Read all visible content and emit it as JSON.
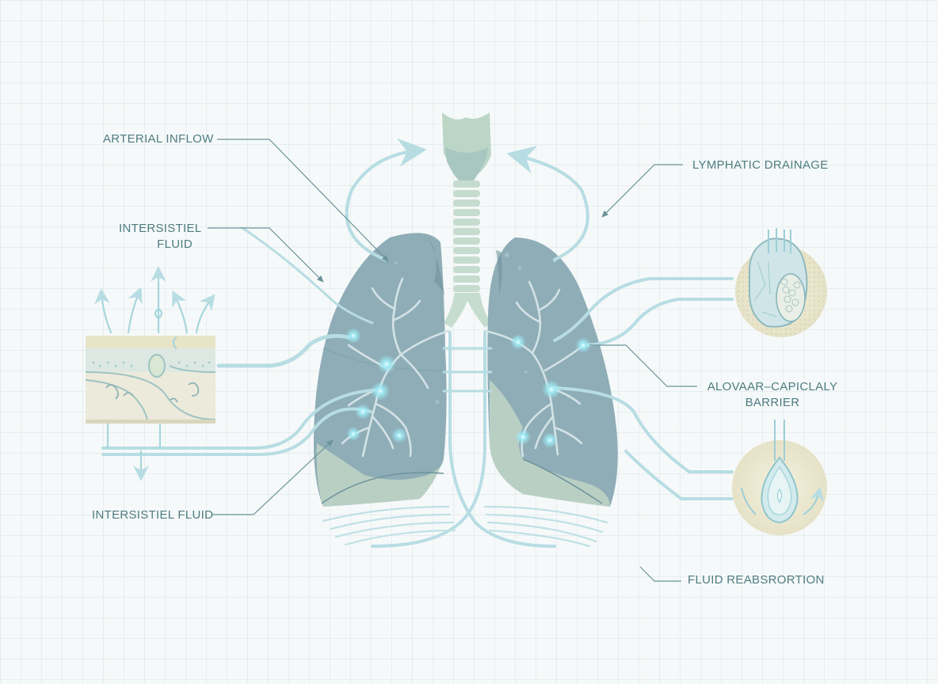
{
  "labels": {
    "arterial_inflow": "ARTERIAL INFLOW",
    "interstitial_fluid_top_line1": "INTERSISTIEL",
    "interstitial_fluid_top_line2": "FLUID",
    "interstitial_fluid_bottom": "INTERSISTIEL FLUID",
    "lymphatic_drainage": "LYMPHATIC DRAINAGE",
    "barrier_line1": "ALOVAAR–CAPICLALY",
    "barrier_line2": "BARRIER",
    "fluid_reabsorption": "FLUID REABSRORTION"
  },
  "colors": {
    "lung_blue": "#8eadb7",
    "lung_green": "#b9cfc4",
    "airway": "#bcd6c6",
    "flow_line": "#b7dde3",
    "label_text": "#4e7c82",
    "leader_line": "#6b9398",
    "glow": "#8fe8f3"
  }
}
